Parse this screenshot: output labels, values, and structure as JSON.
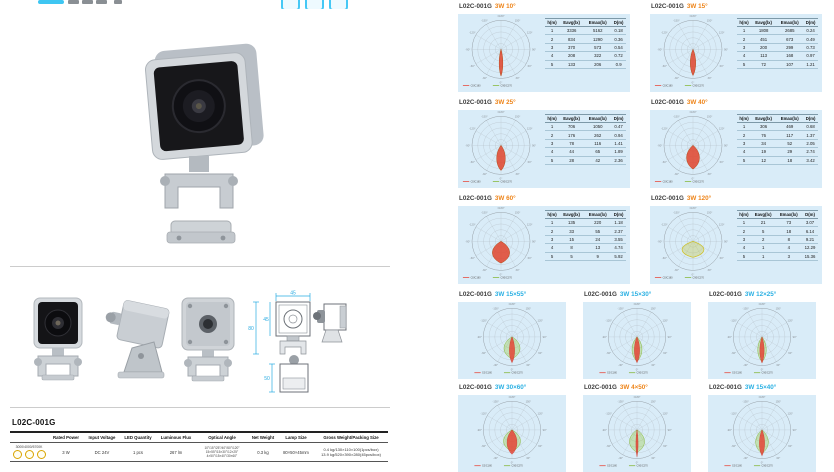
{
  "brand": {
    "accent_blue": "#29abe2"
  },
  "certs": {
    "count": 3
  },
  "left": {
    "model_title": "L02C-001G",
    "dims": {
      "top_width": "45",
      "inner_height": "45",
      "total_height": "80",
      "side_depth": "50"
    },
    "spec_table": {
      "cct_options": "3000/4000/5700K",
      "headers": [
        "Rated Power",
        "Input Voltage",
        "LED Quantity",
        "Luminous Flux",
        "Optical Angle",
        "Net Weight",
        "Lamp Size",
        "Gross Weight/Packing Size"
      ],
      "values": {
        "rated_power": "3 W",
        "input_voltage": "DC 24V",
        "led_quantity": "1 pcs",
        "luminous_flux": "267 lm",
        "optical_angle_lines": [
          "10°/15°/25°/40°/60°/120°",
          "15×55°/15×30°/12×25°",
          "4×50°/15×40°/30×60°"
        ],
        "net_weight": "0.3 kg",
        "lamp_size": "80×50×45mm",
        "gross_weight_lines": [
          "0.4 kg/130×110×100(1pcs/box)",
          "13.9 kg/520×390×280(45pcs/box)"
        ]
      }
    }
  },
  "photometry": {
    "panel_bg": "#d9ecf8",
    "orange": "#ee8419",
    "blue": "#2ab0e3",
    "legend": [
      "C0/C180",
      "C90/C270"
    ],
    "legend_colors": [
      "#e8392b",
      "#7fb32a"
    ],
    "table_headers": [
      "h(m)",
      "Eavg(lx)",
      "Emax(lx)",
      "D(m)"
    ],
    "polar_angle_labels": [
      "-150°",
      "-120°",
      "-90°",
      "-60°",
      "-30°",
      "0°",
      "30°",
      "60°",
      "90°",
      "120°",
      "150°",
      "±180°"
    ],
    "charts": [
      {
        "model": "L02C-001G",
        "beam": "3W 10°",
        "color": "orange",
        "c0": 10,
        "c90": 10,
        "size": "large",
        "rows": [
          [
            "1",
            "3336",
            "5162",
            "0.18"
          ],
          [
            "2",
            "834",
            "1290",
            "0.36"
          ],
          [
            "3",
            "370",
            "573",
            "0.54"
          ],
          [
            "4",
            "208",
            "322",
            "0.72"
          ],
          [
            "5",
            "133",
            "206",
            "0.9"
          ]
        ]
      },
      {
        "model": "L02C-001G",
        "beam": "3W 15°",
        "color": "orange",
        "c0": 15,
        "c90": 15,
        "size": "large",
        "rows": [
          [
            "1",
            "1808",
            "2685",
            "0.24"
          ],
          [
            "2",
            "451",
            "673",
            "0.49"
          ],
          [
            "3",
            "200",
            "299",
            "0.73"
          ],
          [
            "4",
            "113",
            "168",
            "0.97"
          ],
          [
            "5",
            "72",
            "107",
            "1.21"
          ]
        ]
      },
      {
        "model": "L02C-001G",
        "beam": "3W 25°",
        "color": "orange",
        "c0": 25,
        "c90": 25,
        "size": "large",
        "rows": [
          [
            "1",
            "706",
            "1050",
            "0.47"
          ],
          [
            "2",
            "176",
            "262",
            "0.94"
          ],
          [
            "3",
            "78",
            "116",
            "1.41"
          ],
          [
            "4",
            "44",
            "65",
            "1.89"
          ],
          [
            "5",
            "28",
            "42",
            "2.36"
          ]
        ]
      },
      {
        "model": "L02C-001G",
        "beam": "3W 40°",
        "color": "orange",
        "c0": 40,
        "c90": 40,
        "size": "large",
        "rows": [
          [
            "1",
            "306",
            "469",
            "0.68"
          ],
          [
            "2",
            "76",
            "117",
            "1.37"
          ],
          [
            "3",
            "34",
            "52",
            "2.05"
          ],
          [
            "4",
            "19",
            "29",
            "2.74"
          ],
          [
            "5",
            "12",
            "18",
            "3.42"
          ]
        ]
      },
      {
        "model": "L02C-001G",
        "beam": "3W 60°",
        "color": "orange",
        "c0": 60,
        "c90": 60,
        "size": "large",
        "rows": [
          [
            "1",
            "135",
            "220",
            "1.18"
          ],
          [
            "2",
            "33",
            "55",
            "2.37"
          ],
          [
            "3",
            "15",
            "24",
            "3.55"
          ],
          [
            "4",
            "8",
            "13",
            "4.74"
          ],
          [
            "5",
            "5",
            "9",
            "5.92"
          ]
        ]
      },
      {
        "model": "L02C-001G",
        "beam": "3W 120°",
        "color": "orange",
        "c0": 120,
        "c90": 120,
        "size": "large",
        "lobe_style": "outline",
        "rows": [
          [
            "1",
            "21",
            "73",
            "3.07"
          ],
          [
            "2",
            "5",
            "18",
            "6.14"
          ],
          [
            "3",
            "2",
            "8",
            "9.21"
          ],
          [
            "4",
            "1",
            "4",
            "12.29"
          ],
          [
            "5",
            "1",
            "3",
            "15.36"
          ]
        ]
      },
      {
        "model": "L02C-001G",
        "beam": "3W 15×55°",
        "color": "blue",
        "c0": 15,
        "c90": 55,
        "size": "small"
      },
      {
        "model": "L02C-001G",
        "beam": "3W 15×30°",
        "color": "blue",
        "c0": 15,
        "c90": 30,
        "size": "small"
      },
      {
        "model": "L02C-001G",
        "beam": "3W 12×25°",
        "color": "blue",
        "c0": 12,
        "c90": 25,
        "size": "small"
      },
      {
        "model": "L02C-001G",
        "beam": "3W 30×60°",
        "color": "blue",
        "c0": 30,
        "c90": 60,
        "size": "small"
      },
      {
        "model": "L02C-001G",
        "beam": "3W 4×50°",
        "color": "orange",
        "c0": 4,
        "c90": 50,
        "size": "small"
      },
      {
        "model": "L02C-001G",
        "beam": "3W 15×40°",
        "color": "blue",
        "c0": 15,
        "c90": 40,
        "size": "small"
      }
    ]
  }
}
